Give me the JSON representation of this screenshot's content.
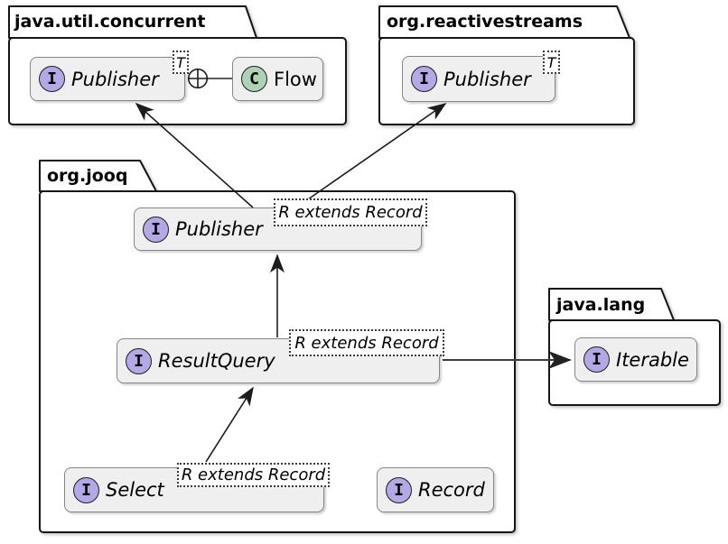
{
  "packages": {
    "juc": {
      "name": "java.util.concurrent"
    },
    "rs": {
      "name": "org.reactivestreams"
    },
    "jooq": {
      "name": "org.jooq"
    },
    "lang": {
      "name": "java.lang"
    }
  },
  "entities": {
    "juc_publisher": {
      "stereotype": "I",
      "name": "Publisher",
      "generic": "T"
    },
    "juc_flow": {
      "stereotype": "C",
      "name": "Flow"
    },
    "rs_publisher": {
      "stereotype": "I",
      "name": "Publisher",
      "generic": "T"
    },
    "jooq_publisher": {
      "stereotype": "I",
      "name": "Publisher",
      "generic": "R extends Record"
    },
    "jooq_resultquery": {
      "stereotype": "I",
      "name": "ResultQuery",
      "generic": "R extends Record"
    },
    "jooq_select": {
      "stereotype": "I",
      "name": "Select",
      "generic": "R extends Record"
    },
    "jooq_record": {
      "stereotype": "I",
      "name": "Record"
    },
    "lang_iterable": {
      "stereotype": "I",
      "name": "Iterable"
    }
  },
  "relations": [
    {
      "from": "org.jooq.Publisher",
      "to": "java.util.concurrent.Publisher",
      "type": "arrow"
    },
    {
      "from": "org.jooq.Publisher",
      "to": "org.reactivestreams.Publisher",
      "type": "arrow"
    },
    {
      "from": "org.jooq.ResultQuery",
      "to": "org.jooq.Publisher",
      "type": "arrow"
    },
    {
      "from": "org.jooq.Select",
      "to": "org.jooq.ResultQuery",
      "type": "arrow"
    },
    {
      "from": "org.jooq.ResultQuery",
      "to": "java.lang.Iterable",
      "type": "arrow"
    },
    {
      "from": "java.util.concurrent.Publisher",
      "to": "java.util.concurrent.Flow",
      "type": "nested-in"
    }
  ],
  "colors": {
    "interface_circle": "#B5A8E6",
    "class_circle": "#ADD2B4",
    "entity_fill": "#EFEFEF",
    "entity_border": "#868686",
    "package_border": "#161616",
    "connector": "#1C1C1C",
    "background": "#FFFFFF"
  }
}
